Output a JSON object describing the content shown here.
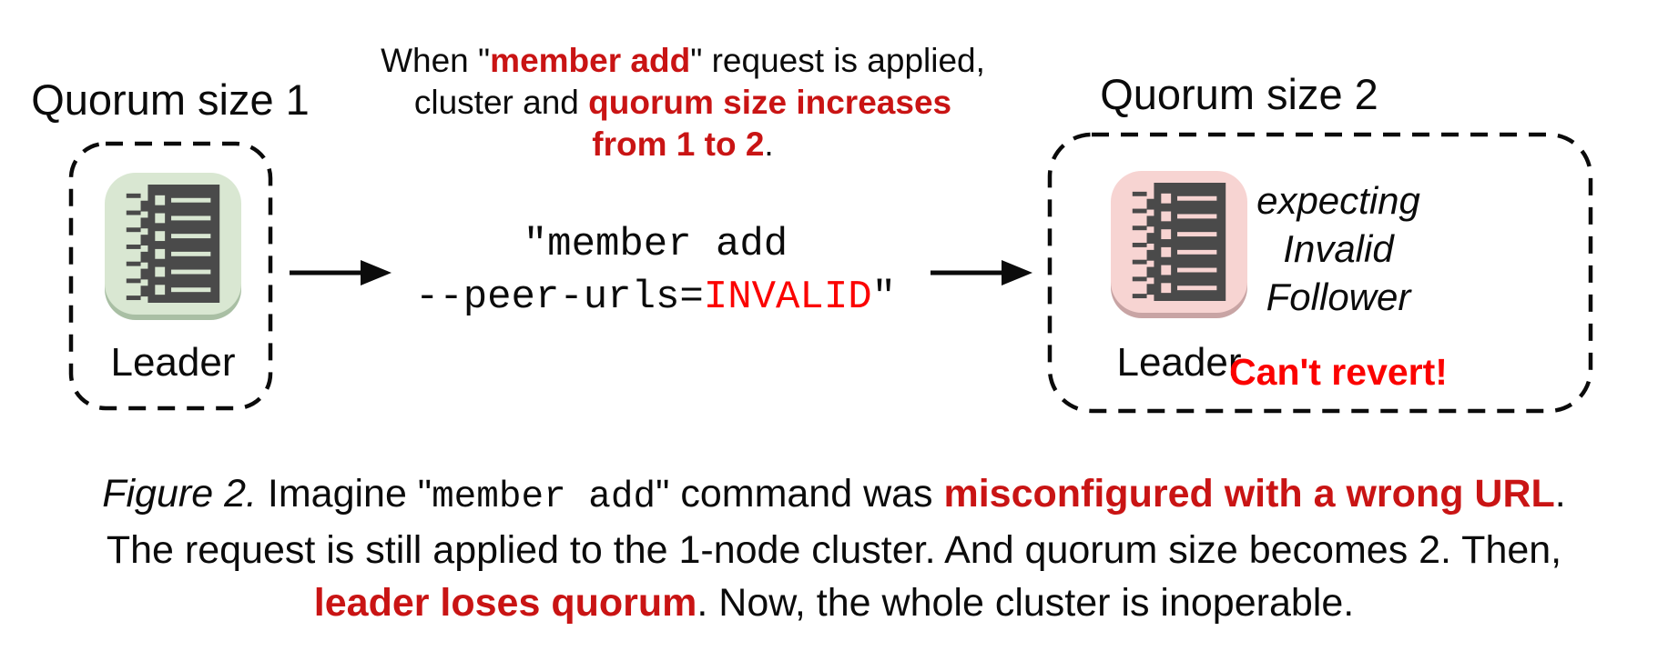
{
  "palette": {
    "ink": "#0b0b0b",
    "dark_red": "#c91414",
    "bright_red": "#fb0200",
    "green_bg": "#d9e7d2",
    "green_shadow": "#a9bfa4",
    "pink_bg": "#f7d4d2",
    "pink_shadow": "#c8a4a4",
    "server_dark": "#4a4a4a"
  },
  "left_cluster": {
    "title": "Quorum size 1",
    "node_label": "Leader"
  },
  "note": {
    "s1": "When \"",
    "r1": "member add",
    "s2": "\" request is applied,",
    "s3": "cluster and ",
    "r2": "quorum size increases",
    "r3": "from 1 to 2",
    "s4": "."
  },
  "command": {
    "line1": "\"member add",
    "s1": "--peer-urls=",
    "r1": "INVALID",
    "s2": "\""
  },
  "right_cluster": {
    "title": "Quorum size 2",
    "node_label": "Leader",
    "expecting": [
      "expecting",
      "Invalid",
      "Follower"
    ],
    "warning": "Can't revert!"
  },
  "caption": {
    "fig": "Figure 2.",
    "s1": " Imagine \"",
    "code": "member add",
    "s2": "\" command was ",
    "r1": "misconfigured with a wrong URL",
    "s3": ".",
    "line2": "The request is still applied to the 1-node cluster. And quorum size becomes 2. Then,",
    "r2": "leader loses quorum",
    "s4": ". Now, the whole cluster is inoperable."
  }
}
